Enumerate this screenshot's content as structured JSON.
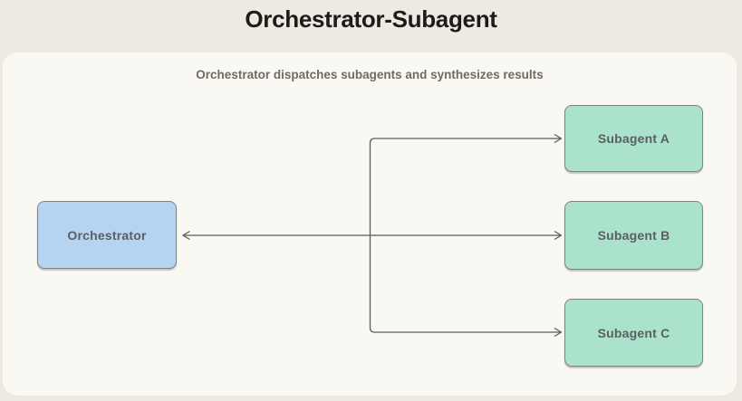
{
  "title": "Orchestrator-Subagent",
  "subtitle": "Orchestrator dispatches subagents and synthesizes results",
  "colors": {
    "page_bg": "#edeae1",
    "panel_bg": "#faf8f2",
    "orchestrator_fill": "#b5d4f1",
    "subagent_fill": "#abe2cb",
    "node_border": "#7d8285",
    "arrow": "#5c5c5a",
    "title_text": "#1d1c1a",
    "subtitle_text": "#6f6b63",
    "node_text": "#5a5f63"
  },
  "diagram": {
    "orchestrator": {
      "label": "Orchestrator"
    },
    "subagents": [
      {
        "label": "Subagent A"
      },
      {
        "label": "Subagent B"
      },
      {
        "label": "Subagent C"
      }
    ],
    "edges": [
      {
        "from": "branch-point",
        "to": "Orchestrator",
        "arrow_direction": "left"
      },
      {
        "from": "branch-point",
        "to": "Subagent A",
        "arrow_direction": "right"
      },
      {
        "from": "branch-point",
        "to": "Subagent B",
        "arrow_direction": "right"
      },
      {
        "from": "branch-point",
        "to": "Subagent C",
        "arrow_direction": "right"
      }
    ]
  }
}
